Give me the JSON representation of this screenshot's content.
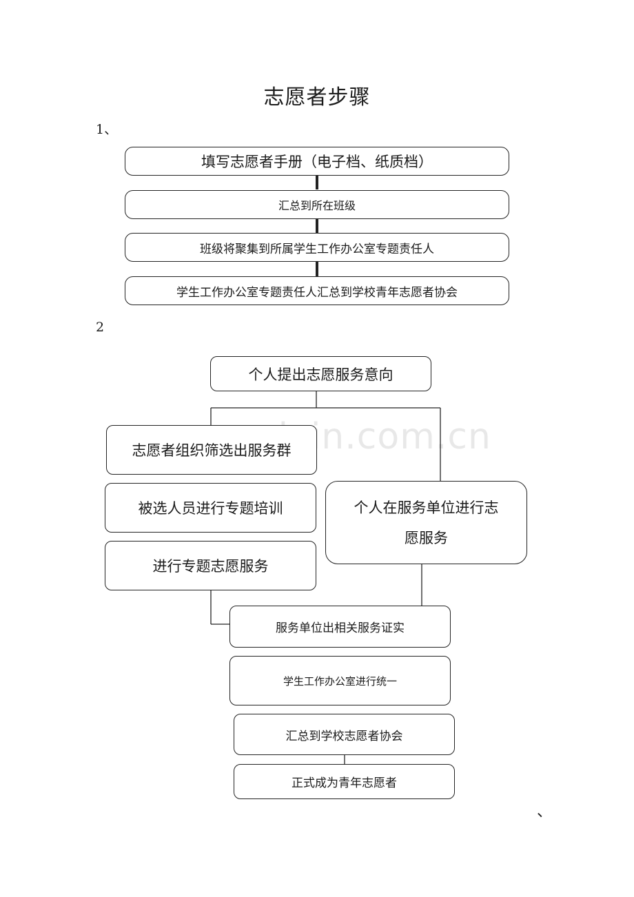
{
  "title": "志愿者步骤",
  "section1": {
    "label": "1、",
    "steps": [
      "填写志愿者手册（电子档、纸质档）",
      "汇总到所在班级",
      "班级将聚集到所属学生工作办公室专题责任人",
      "学生工作办公室专题责任人汇总到学校青年志愿者协会"
    ]
  },
  "section2": {
    "label": "2",
    "start": "个人提出志愿服务意向",
    "left_branch": [
      "志愿者组织筛选出服务群",
      "被选人员进行专题培训",
      "进行专题志愿服务"
    ],
    "right_branch": [
      "个人在服务单位进行志",
      "愿服务"
    ],
    "merge": [
      "服务单位出相关服务证实",
      "学生工作办公室进行统一",
      "汇总到学校志愿者协会",
      "正式成为青年志愿者"
    ]
  },
  "watermark": "www.zixin.com.cn",
  "footer_mark": "、"
}
